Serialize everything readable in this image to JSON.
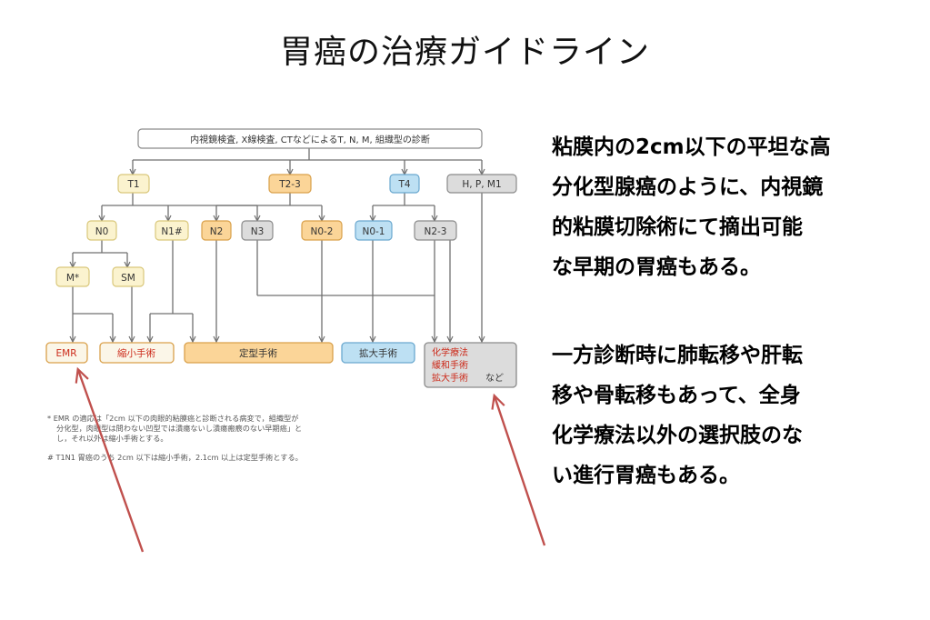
{
  "slide": {
    "title": "胃癌の治療ガイドライン",
    "paragraph1": [
      "粘膜内の2cm以下の平坦な高",
      "分化型腺癌のように、内視鏡",
      "的粘膜切除術にて摘出可能",
      "な早期の胃癌もある。"
    ],
    "paragraph2": [
      "一方診断時に肺転移や肝転",
      "移や骨転移もあって、全身",
      "化学療法以外の選択肢のな",
      "い進行胃癌もある。"
    ]
  },
  "flowchart": {
    "top_box": "内視鏡検査, X線検査, CTなどによるT, N, M, 組織型の診断",
    "t_stages": [
      "T1",
      "T2-3",
      "T4",
      "H, P, M1"
    ],
    "n_stages": [
      "N0",
      "N1#",
      "N2",
      "N3",
      "N0-2",
      "N0-1",
      "N2-3"
    ],
    "sub_stages": [
      "M*",
      "SM"
    ],
    "treatments": {
      "emr": "EMR",
      "reduction": "縮小手術",
      "standard": "定型手術",
      "extended": "拡大手術",
      "chemo_lines": [
        "化学療法",
        "緩和手術",
        "拡大手術"
      ],
      "chemo_suffix": "など"
    },
    "footnote1": [
      "* EMR の適応は「2cm 以下の肉眼的粘膜癌と診断される病変で，組織型が",
      "分化型，肉眼型は問わない凹型では潰瘍ないし潰瘍瘢痕のない早期癌」と",
      "し，それ以外は縮小手術とする。"
    ],
    "footnote2": "# T1N1 胃癌のうち 2cm 以下は縮小手術，2.1cm 以上は定型手術とする。"
  },
  "colors": {
    "yellow_fill": "#fbf3cf",
    "yellow_stroke": "#d9c77a",
    "orange_fill": "#fbd598",
    "orange_stroke": "#d9a04a",
    "blue_fill": "#bde0f3",
    "blue_stroke": "#6aa8cf",
    "gray_fill": "#dcdcdc",
    "gray_stroke": "#8a8a8a",
    "light_fill": "#fbf6e8",
    "red_text": "#cc2a1a",
    "line": "#707070",
    "arrow": "#c0504d"
  }
}
